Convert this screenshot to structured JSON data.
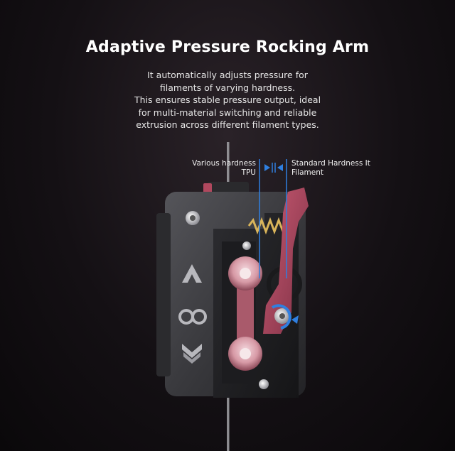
{
  "title": "Adaptive Pressure Rocking Arm",
  "description": [
    "It automatically adjusts pressure for",
    "filaments of varying hardness.",
    "This ensures stable pressure output, ideal",
    "for multi-material switching and reliable",
    "extrusion across different filament types."
  ],
  "labels": {
    "left_line1": "Various hardness",
    "left_line2": "TPU",
    "right_line1": "Standard Hardness It",
    "right_line2": "Filament"
  },
  "colors": {
    "accent_blue": "#2f7fe0",
    "arm_red": "#b0485e",
    "body_dark": "#3a3a3e"
  },
  "icons": [
    "chevron-up-icon",
    "loop-icon",
    "chevron-down-icon",
    "rotate-arrow-icon",
    "double-arrow-icon"
  ]
}
